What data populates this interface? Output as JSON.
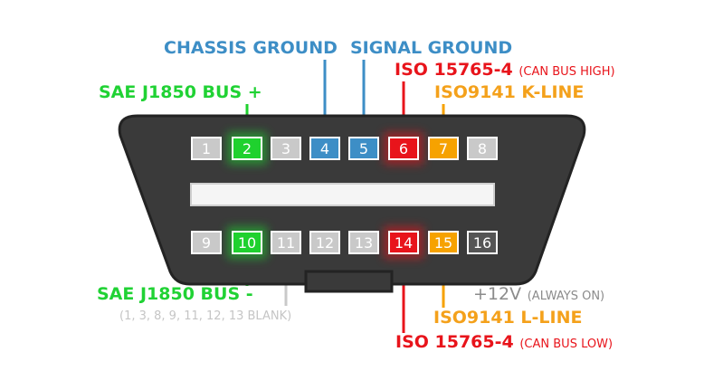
{
  "colors": {
    "connector_body": "#3a3a3a",
    "connector_stroke": "#232323",
    "slot": "#f5f5f5",
    "pin_gray": "#c9c9c9",
    "pin_green": "#1fd12e",
    "pin_blue": "#3d8ec6",
    "pin_red": "#e8141b",
    "pin_orange": "#f6a200",
    "pin_dark": "#555555",
    "label_blue": "#3d8ec6",
    "label_red": "#e8141b",
    "label_orange": "#f4a11b",
    "label_green": "#20d234",
    "label_grey": "#8b8b8b",
    "note_grey": "#c5c5c5"
  },
  "pins": [
    {
      "n": "1",
      "color": "gray"
    },
    {
      "n": "2",
      "color": "green"
    },
    {
      "n": "3",
      "color": "gray"
    },
    {
      "n": "4",
      "color": "blue"
    },
    {
      "n": "5",
      "color": "blue"
    },
    {
      "n": "6",
      "color": "red"
    },
    {
      "n": "7",
      "color": "orange"
    },
    {
      "n": "8",
      "color": "gray"
    },
    {
      "n": "9",
      "color": "gray"
    },
    {
      "n": "10",
      "color": "green"
    },
    {
      "n": "11",
      "color": "gray"
    },
    {
      "n": "12",
      "color": "gray"
    },
    {
      "n": "13",
      "color": "gray"
    },
    {
      "n": "14",
      "color": "red"
    },
    {
      "n": "15",
      "color": "orange"
    },
    {
      "n": "16",
      "color": "dark"
    }
  ],
  "labels": {
    "chassis_ground": "CHASSIS GROUND",
    "signal_ground": "SIGNAL GROUND",
    "can_high_main": "ISO 15765-4",
    "can_high_sub": "(CAN BUS HIGH)",
    "kline": "ISO9141 K-LINE",
    "j1850_plus": "SAE J1850 BUS +",
    "j1850_minus": "SAE J1850 BUS -",
    "blank_note": "(1, 3, 8, 9, 11, 12, 13 BLANK)",
    "power_main": "+12V",
    "power_sub": "(ALWAYS ON)",
    "lline": "ISO9141 L-LINE",
    "can_low_main": "ISO 15765-4",
    "can_low_sub": "(CAN BUS LOW)"
  }
}
